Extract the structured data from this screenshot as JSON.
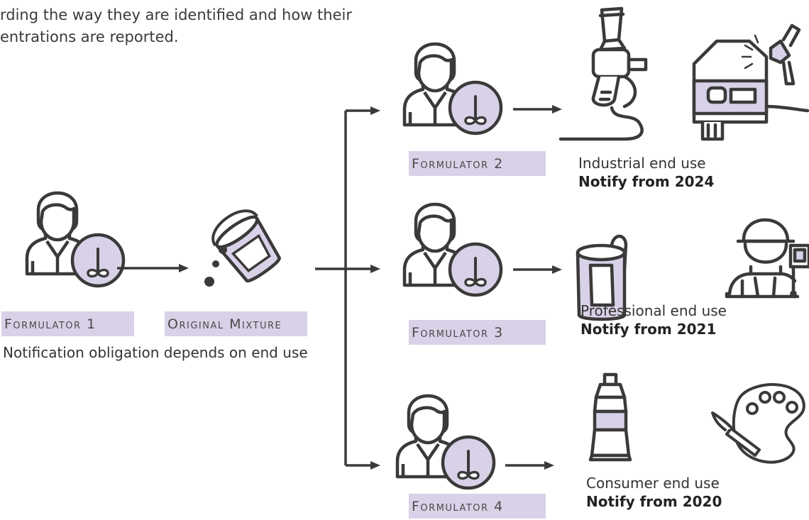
{
  "intro": {
    "line1": "rding the way they are identified and how their",
    "line2": "entrations are reported."
  },
  "formulators": {
    "f1": "Formulator 1",
    "f2": "Formulator 2",
    "f3": "Formulator 3",
    "f4": "Formulator 4"
  },
  "mixture": {
    "label": "Original Mixture"
  },
  "note": "Notification obligation depends on end use",
  "end_uses": {
    "industrial": {
      "label": "Industrial end use",
      "notify": "Notify from 2024"
    },
    "professional": {
      "label": "Professional end use",
      "notify": "Notify from 2021"
    },
    "consumer": {
      "label": "Consumer end use",
      "notify": "Notify from 2020"
    }
  },
  "colors": {
    "accent": "#d9d1e7",
    "stroke": "#3a3a3a",
    "text": "#333333"
  },
  "icons": [
    "person-icon",
    "mixer-icon",
    "paint-bucket-icon",
    "spray-gun-icon",
    "car-painting-icon",
    "paint-can-icon",
    "painter-worker-icon",
    "paint-tube-icon",
    "paint-palette-icon"
  ]
}
